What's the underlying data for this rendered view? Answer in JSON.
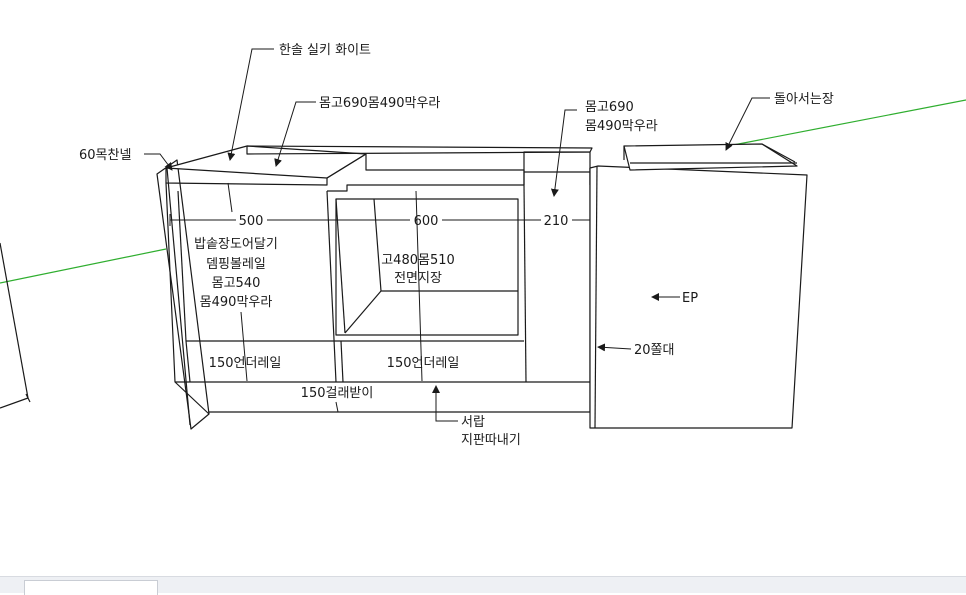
{
  "labels": {
    "hansol_silky_white": "한솔 실키 화이트",
    "body_690_490_a": "몸고690몸490막우라",
    "body_690": "몸고690",
    "body_490_a": "몸490막우라",
    "turning_cabinet": "돌아서는장",
    "mok_panel": "60목찬넬",
    "dim_500": "500",
    "dim_600": "600",
    "dim_210": "210",
    "left_cab_1": "밥솥장도어달기",
    "left_cab_2": "뎀핑볼레일",
    "left_cab_3": "몸고540",
    "left_cab_4": "몸490막우라",
    "center_cab_1": "고480몸510",
    "center_cab_2": "전면지장",
    "ep": "EP",
    "column_20": "20쫄대",
    "under_rail_left": "150언더레일",
    "under_rail_right": "150언더레일",
    "kickboard": "150걸래받이",
    "drawer_1": "서랍",
    "drawer_2": "지판따내기"
  },
  "colors": {
    "line": "#1a1a1a",
    "axis_green": "#2fae2f",
    "status_bar": "#eef0f4"
  }
}
